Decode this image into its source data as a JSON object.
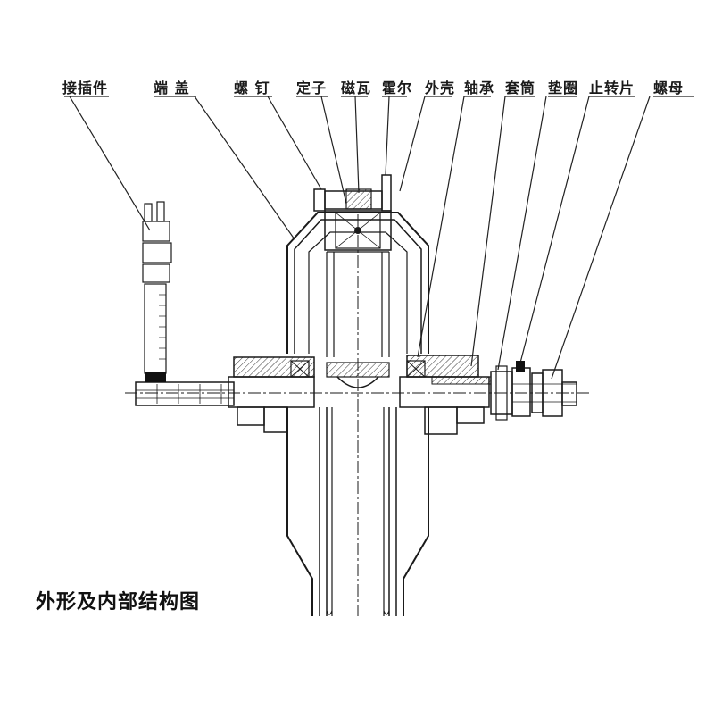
{
  "labels": {
    "connector": "接插件",
    "end_cover": "端 盖",
    "screw": "螺 钉",
    "stator": "定子",
    "magnet": "磁瓦",
    "hall": "霍尔",
    "housing": "外壳",
    "bearing": "轴承",
    "sleeve": "套筒",
    "washer": "垫圈",
    "stop_plate": "止转片",
    "nut": "螺母"
  },
  "caption": "外形及内部结构图",
  "colors": {
    "line": "#1a1a1a",
    "fill_dark": "#111111",
    "hatch": "#333333",
    "background": "#ffffff"
  }
}
